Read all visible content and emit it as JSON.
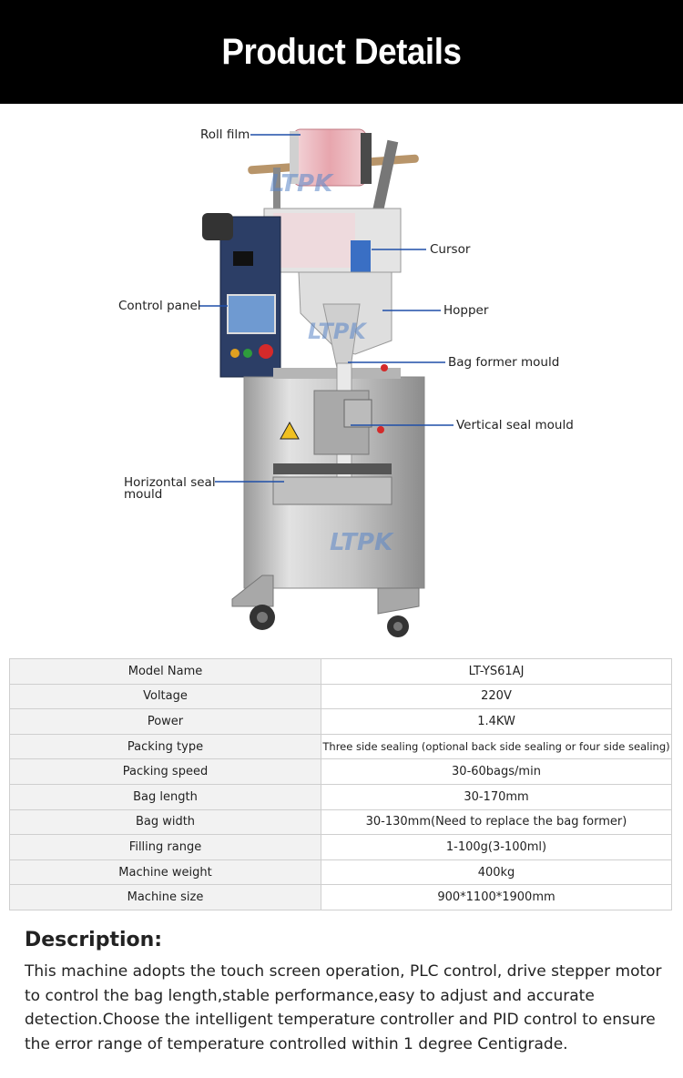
{
  "header": {
    "title": "Product Details"
  },
  "figure": {
    "watermark": "LTPK",
    "labels": {
      "roll_film": "Roll film",
      "cursor": "Cursor",
      "control_panel": "Control panel",
      "hopper": "Hopper",
      "bag_former": "Bag former mould",
      "vertical_seal": "Vertical seal mould",
      "horizontal_seal_line1": "Horizontal seal",
      "horizontal_seal_line2": "mould"
    },
    "colors": {
      "pointer": "#1f4fa8",
      "steel": "#c8c8c8",
      "panel": "#2b3f6b"
    }
  },
  "specs": {
    "rows": [
      {
        "key": "Model Name",
        "value": "LT-YS61AJ"
      },
      {
        "key": "Voltage",
        "value": "220V"
      },
      {
        "key": "Power",
        "value": "1.4KW"
      },
      {
        "key": "Packing type",
        "value": "Three side sealing (optional back side sealing or four side sealing)"
      },
      {
        "key": "Packing speed",
        "value": "30-60bags/min"
      },
      {
        "key": "Bag length",
        "value": "30-170mm"
      },
      {
        "key": "Bag width",
        "value": "30-130mm(Need to replace the bag former)"
      },
      {
        "key": "Filling range",
        "value": "1-100g(3-100ml)"
      },
      {
        "key": "Machine weight",
        "value": "400kg"
      },
      {
        "key": "Machine size",
        "value": "900*1100*1900mm"
      }
    ]
  },
  "description": {
    "title": "Description:",
    "body": "This machine adopts the touch screen operation, PLC control, drive stepper motor to control the bag length,stable performance,easy to adjust and accurate detection.Choose the intelligent temperature controller and PID control to ensure the error range of temperature controlled within 1 degree Centigrade."
  }
}
